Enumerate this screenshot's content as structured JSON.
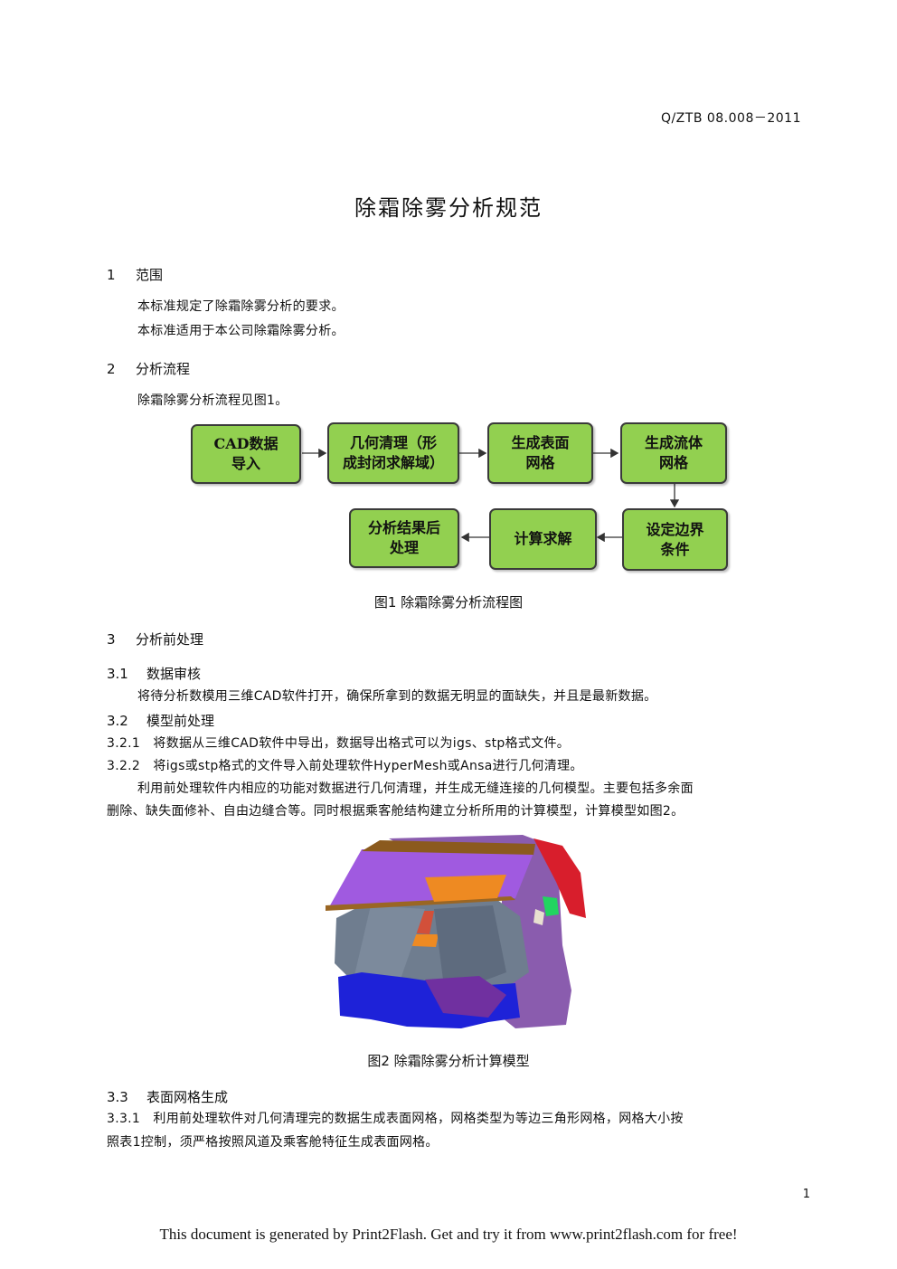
{
  "header": {
    "doc_number": "Q/ZTB 08.008－2011"
  },
  "title": "除霜除雾分析规范",
  "sections": {
    "s1": {
      "num": "1",
      "title": "范围",
      "paras": [
        "本标准规定了除霜除雾分析的要求。",
        "本标准适用于本公司除霜除雾分析。"
      ]
    },
    "s2": {
      "num": "2",
      "title": "分析流程",
      "para": "除霜除雾分析流程见图1。"
    },
    "s3": {
      "num": "3",
      "title": "分析前处理"
    },
    "s31": {
      "num": "3.1",
      "title": "数据审核",
      "para": "将待分析数模用三维CAD软件打开，确保所拿到的数据无明显的面缺失，并且是最新数据。"
    },
    "s32": {
      "num": "3.2",
      "title": "模型前处理"
    },
    "s321": {
      "text": "3.2.1　将数据从三维CAD软件中导出，数据导出格式可以为igs、stp格式文件。"
    },
    "s322": {
      "text": "3.2.2　将igs或stp格式的文件导入前处理软件HyperMesh或Ansa进行几何清理。",
      "para_l1": "利用前处理软件内相应的功能对数据进行几何清理，并生成无缝连接的几何模型。主要包括多余面",
      "para_l2": "删除、缺失面修补、自由边缝合等。同时根据乘客舱结构建立分析所用的计算模型，计算模型如图2。"
    },
    "s33": {
      "num": "3.3",
      "title": "表面网格生成"
    },
    "s331": {
      "l1": "3.3.1　利用前处理软件对几何清理完的数据生成表面网格，网格类型为等边三角形网格，网格大小按",
      "l2": "照表1控制，须严格按照风道及乘客舱特征生成表面网格。"
    }
  },
  "flowchart": {
    "box1": [
      "CAD数据",
      "导入"
    ],
    "box2": [
      "几何清理（形",
      "成封闭求解域）"
    ],
    "box3": [
      "生成表面",
      "网格"
    ],
    "box4": [
      "生成流体",
      "网格"
    ],
    "box5": [
      "设定边界",
      "条件"
    ],
    "box6": [
      "计算求解"
    ],
    "box7": [
      "分析结果后",
      "处理"
    ],
    "box_color": "#92d050"
  },
  "figures": {
    "fig1_caption": "图1 除霜除雾分析流程图",
    "fig2_caption": "图2 除霜除雾分析计算模型"
  },
  "page_number": "1",
  "footer": "This document is generated by Print2Flash. Get and try it from www.print2flash.com for free!"
}
